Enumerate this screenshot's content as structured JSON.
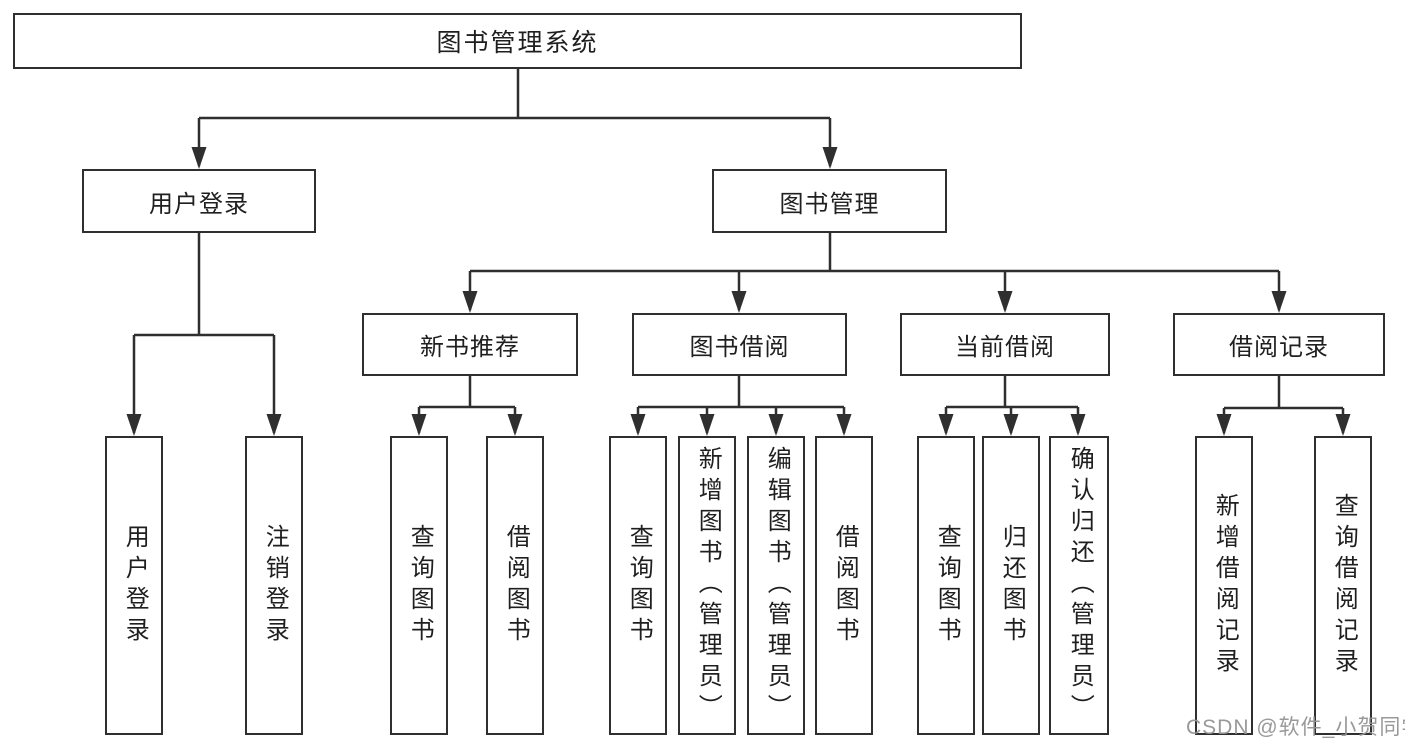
{
  "diagram": {
    "root": {
      "label": "图书管理系统"
    },
    "level2": [
      {
        "label": "用户登录"
      },
      {
        "label": "图书管理"
      }
    ],
    "level3": [
      {
        "label": "新书推荐"
      },
      {
        "label": "图书借阅"
      },
      {
        "label": "当前借阅"
      },
      {
        "label": "借阅记录"
      }
    ],
    "leaves": {
      "user": [
        "用户登录",
        "注销登录"
      ],
      "newbook": [
        "查询图书",
        "借阅图书"
      ],
      "borrow": [
        "查询图书",
        "新增图书（管理员）",
        "编辑图书（管理员）",
        "借阅图书"
      ],
      "current": [
        "查询图书",
        "归还图书",
        "确认归还（管理员）"
      ],
      "records": [
        "新增借阅记录",
        "查询借阅记录"
      ]
    }
  },
  "watermark": "CSDN @软件_小贺同学",
  "colors": {
    "line": "#2f2f2f",
    "text": "#1f1f1f",
    "watermark": "#949494",
    "background": "#ffffff"
  }
}
